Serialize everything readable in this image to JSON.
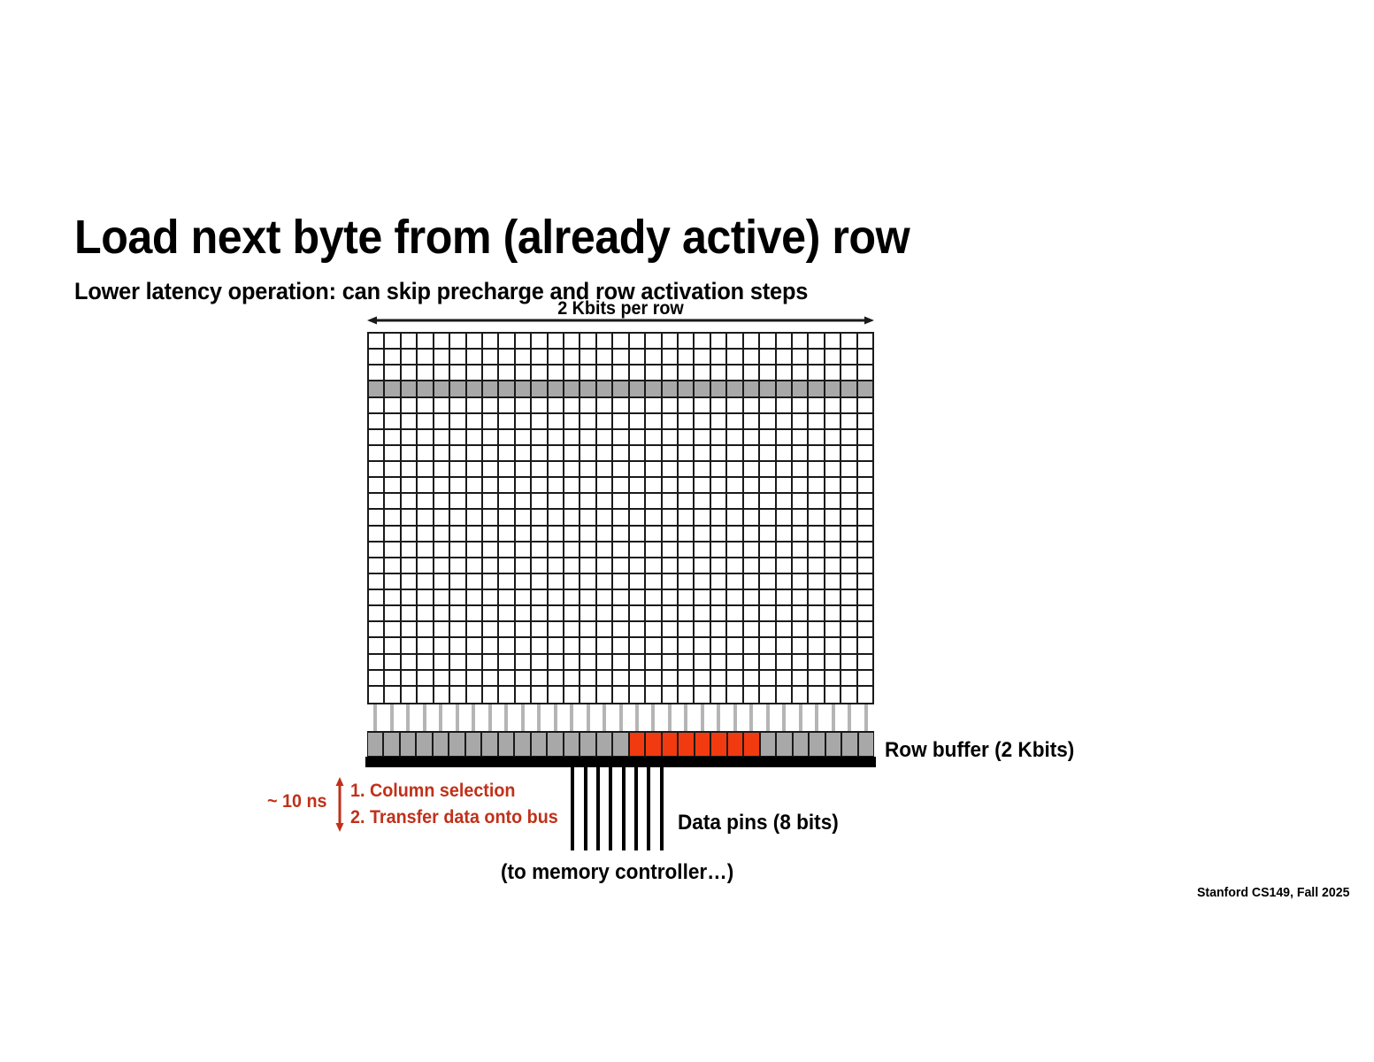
{
  "slide": {
    "title": "Load next byte from (already active) row",
    "subtitle": "Lower latency operation: can skip precharge and row activation steps",
    "footer": "Stanford CS149, Fall 2025"
  },
  "diagram": {
    "row_width_label": "2 Kbits per row",
    "row_buffer_label": "Row buffer (2 Kbits)",
    "data_pins_label": "Data pins (8 bits)",
    "memory_controller_label": "(to memory controller…)",
    "latency_label": "~ 10 ns",
    "latency_steps": [
      "1. Column selection",
      "2. Transfer data onto bus"
    ],
    "array": {
      "columns": 31,
      "rows": 23,
      "active_row_index": 3,
      "active_row_color": "#a8a8a8",
      "cell_border_color": "#1a1a1a"
    },
    "row_buffer": {
      "cells": 31,
      "selected_start_index": 16,
      "selected_count": 8,
      "default_color": "#a8a8a8",
      "selected_color": "#f23a10",
      "bar_color": "#000000"
    },
    "sense_lines": 31,
    "data_pins": 8,
    "accent_color": "#c0311a"
  }
}
